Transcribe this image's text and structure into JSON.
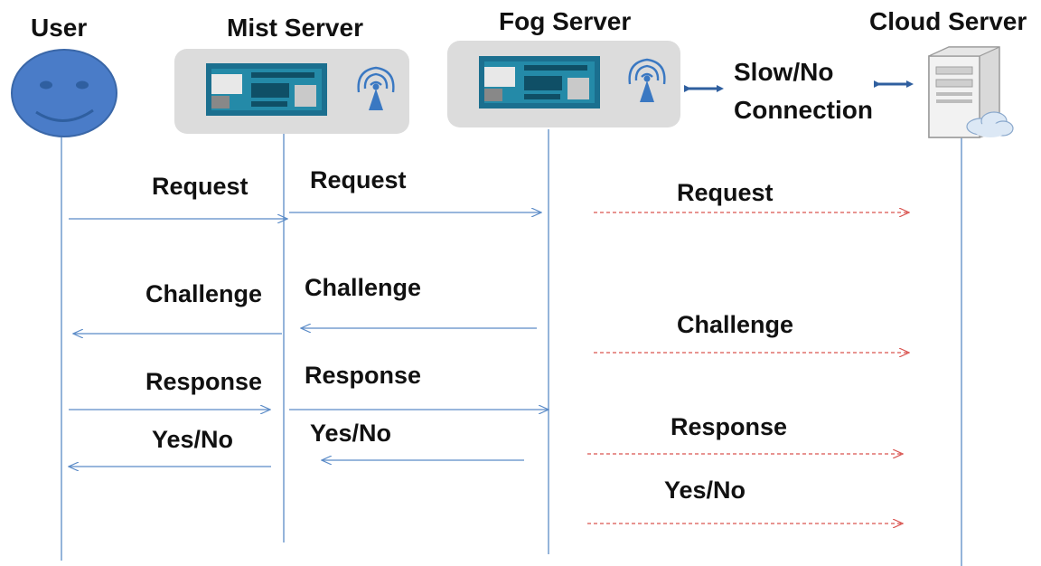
{
  "entities": {
    "user": "User",
    "mist": "Mist Server",
    "fog": "Fog Server",
    "cloud": "Cloud Server"
  },
  "connection_label": {
    "line1": "Slow/No",
    "line2": "Connection"
  },
  "messages": {
    "user_to_mist_request": "Request",
    "mist_to_fog_request": "Request",
    "fog_to_cloud_request": "Request",
    "mist_to_user_challenge": "Challenge",
    "fog_to_mist_challenge": "Challenge",
    "cloud_to_fog_challenge": "Challenge",
    "user_to_mist_response": "Response",
    "mist_to_fog_response": "Response",
    "fog_to_cloud_response": "Response",
    "mist_to_user_yesno": "Yes/No",
    "fog_to_mist_yesno": "Yes/No",
    "cloud_to_fog_yesno": "Yes/No"
  },
  "colors": {
    "solid_arrow": "#5b8bc7",
    "dashed_arrow": "#d9534f",
    "server_box": "#dcdcdc",
    "user_face": "#4a7cc8",
    "connector": "#2f5f9f",
    "lifeline": "#5b8bc7"
  },
  "icons": {
    "user": "smiley-face-icon",
    "board": "circuit-board-icon",
    "wireless": "wifi-antenna-icon",
    "cloud_server": "server-tower-icon",
    "cloud": "cloud-icon"
  }
}
